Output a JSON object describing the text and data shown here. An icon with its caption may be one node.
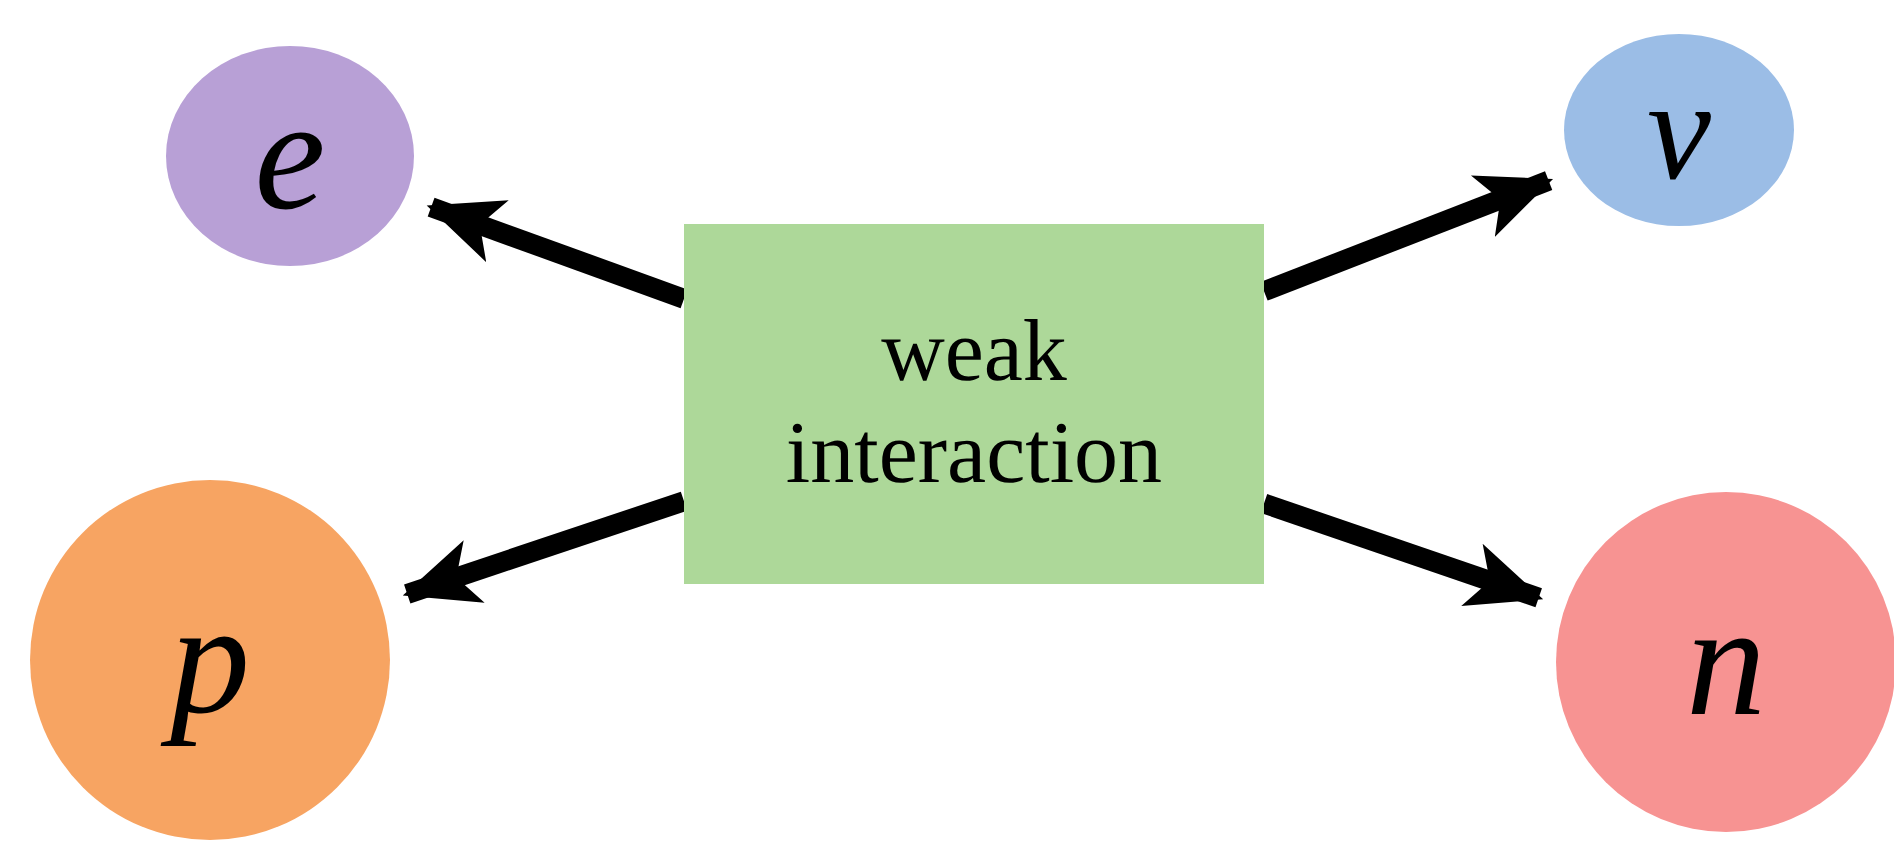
{
  "diagram": {
    "nodes": [
      {
        "text": [
          "e"
        ]
      },
      {
        "text": [
          "ν"
        ]
      },
      {
        "text": [
          "weak interaction"
        ]
      },
      {
        "text": [
          "p"
        ]
      },
      {
        "text": [
          "n"
        ]
      }
    ],
    "edges": [
      {
        "from": 2,
        "to": 0,
        "arrow": "to"
      },
      {
        "from": 2,
        "to": 1,
        "arrow": "to"
      },
      {
        "from": 2,
        "to": 3,
        "arrow": "to"
      },
      {
        "from": 2,
        "to": 4,
        "arrow": "to"
      }
    ]
  }
}
